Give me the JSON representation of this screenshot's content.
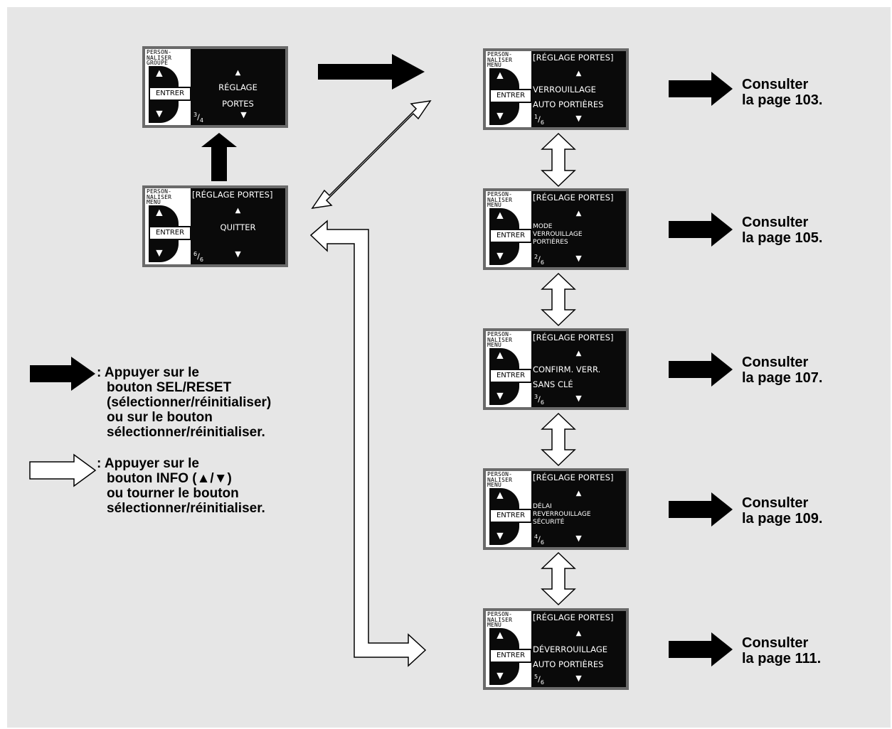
{
  "screens": {
    "group": {
      "side_title": [
        "PERSON-",
        "NALISER",
        "GROUPE"
      ],
      "enter": "ENTRER",
      "lines": [
        "RÉGLAGE",
        "PORTES"
      ],
      "page_num": "3",
      "page_den": "4"
    },
    "quit": {
      "side_title": [
        "PERSON-",
        "NALISER",
        "MENU"
      ],
      "enter": "ENTRER",
      "header": "[RÉGLAGE PORTES]",
      "lines": [
        "QUITTER"
      ],
      "page_num": "6",
      "page_den": "6"
    },
    "s1": {
      "side_title": [
        "PERSON-",
        "NALISER",
        "MENU"
      ],
      "enter": "ENTRER",
      "header": "[RÉGLAGE PORTES]",
      "lines": [
        "VERROUILLAGE",
        "AUTO PORTIÈRES"
      ],
      "page_num": "1",
      "page_den": "6"
    },
    "s2": {
      "side_title": [
        "PERSON-",
        "NALISER",
        "MENU"
      ],
      "enter": "ENTRER",
      "header": "[RÉGLAGE PORTES]",
      "lines": [
        "MODE",
        "VERROUILLAGE",
        "PORTIÈRES"
      ],
      "page_num": "2",
      "page_den": "6"
    },
    "s3": {
      "side_title": [
        "PERSON-",
        "NALISER",
        "MENU"
      ],
      "enter": "ENTRER",
      "header": "[RÉGLAGE PORTES]",
      "lines": [
        "CONFIRM. VERR.",
        "SANS CLÉ"
      ],
      "page_num": "3",
      "page_den": "6"
    },
    "s4": {
      "side_title": [
        "PERSON-",
        "NALISER",
        "MENU"
      ],
      "enter": "ENTRER",
      "header": "[RÉGLAGE PORTES]",
      "lines": [
        "DÉLAI",
        "REVERROUILLAGE",
        "SÉCURITÉ"
      ],
      "page_num": "4",
      "page_den": "6"
    },
    "s5": {
      "side_title": [
        "PERSON-",
        "NALISER",
        "MENU"
      ],
      "enter": "ENTRER",
      "header": "[RÉGLAGE PORTES]",
      "lines": [
        "DÉVERROUILLAGE",
        "AUTO PORTIÈRES"
      ],
      "page_num": "5",
      "page_den": "6"
    }
  },
  "glyphs": {
    "up": "▲",
    "down": "▼"
  },
  "refs": [
    {
      "line1": "Consulter",
      "line2": "la page 103."
    },
    {
      "line1": "Consulter",
      "line2": "la page 105."
    },
    {
      "line1": "Consulter",
      "line2": "la page 107."
    },
    {
      "line1": "Consulter",
      "line2": "la page 109."
    },
    {
      "line1": "Consulter",
      "line2": "la page 111."
    }
  ],
  "legend": {
    "black_arrow": [
      ": Appuyer sur le",
      "bouton SEL/RESET",
      "(sélectionner/réinitialiser)",
      "ou sur le bouton",
      "sélectionner/réinitialiser."
    ],
    "white_arrow": [
      ": Appuyer sur le",
      "bouton INFO (▲/▼)",
      "ou tourner le bouton",
      "sélectionner/réinitialiser."
    ]
  },
  "colors": {
    "panel": "#e6e6e6",
    "screen_frame": "#6a6a6a",
    "screen_bg": "#0a0a0a",
    "text_dark": "#000000"
  }
}
